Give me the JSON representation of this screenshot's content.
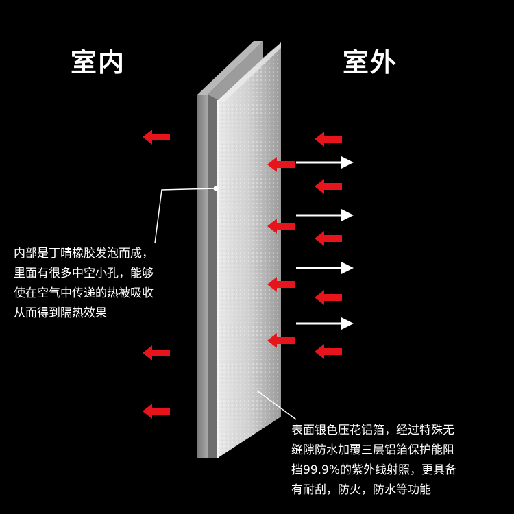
{
  "labels": {
    "indoor": "室内",
    "outdoor": "室外"
  },
  "left_description": {
    "lines": [
      "内部是丁晴橡胶发泡而成，",
      "里面有很多中空小孔，能够",
      "使在空气中传递的热被吸收",
      "从而得到隔热效果"
    ]
  },
  "right_description": {
    "lines": [
      "表面银色压花铝箔，经过特殊无",
      "缝隙防水加覆三层铝箔保护能阻",
      "挡99.9%的紫外线射照，更具备",
      "有耐刮，防火，防水等功能"
    ]
  },
  "colors": {
    "background": "#000000",
    "red_arrow": "#e8141b",
    "white_arrow": "#ffffff",
    "panel_edge": "#8a8a8a",
    "foil": "#d4d4d4"
  }
}
